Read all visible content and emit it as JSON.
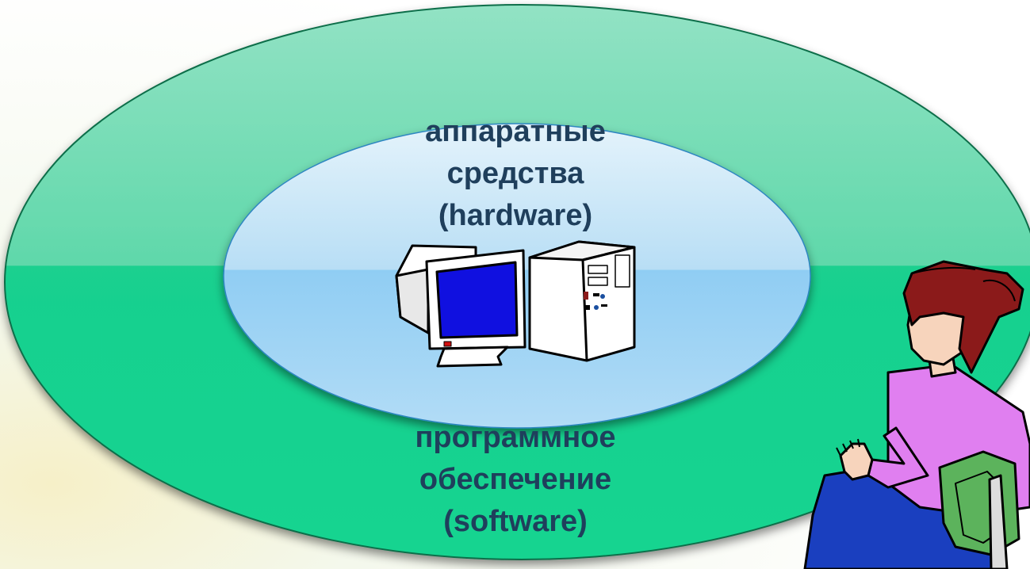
{
  "hardware": {
    "line1": "аппаратные",
    "line2": "средства",
    "line3": "(hardware)"
  },
  "software": {
    "line1": "программное",
    "line2": "обеспечение",
    "line3": "(software)"
  },
  "colors": {
    "outer_ellipse": "#17d48e",
    "outer_ellipse_top": "#8be0c0",
    "inner_ellipse": "#a9dcf8",
    "inner_ellipse_top": "#dff1fb",
    "text": "#1f3f5c",
    "monitor_screen": "#1010e0",
    "hair": "#8b1a1a",
    "skin": "#f7d4bc",
    "shirt": "#e07ff0",
    "chair": "#5cb35c",
    "pants": "#1a3fbf"
  },
  "icons": [
    "computer-icon",
    "woman-at-computer-icon"
  ]
}
